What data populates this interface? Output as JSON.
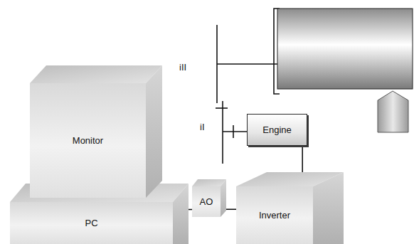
{
  "diagram": {
    "nodes": [
      {
        "text": [
          "Monitor"
        ]
      },
      {
        "text": [
          "Engine"
        ]
      },
      {
        "text": [
          "PC"
        ]
      },
      {
        "text": [
          "AO"
        ]
      },
      {
        "text": [
          "Inverter"
        ]
      }
    ],
    "edges": [
      {
        "from": 2,
        "to": 3,
        "arrow": "none"
      },
      {
        "from": 3,
        "to": 4,
        "arrow": "none"
      },
      {
        "from": 4,
        "to": 1,
        "arrow": "none"
      }
    ],
    "labels": [
      "iII",
      "iI"
    ]
  }
}
